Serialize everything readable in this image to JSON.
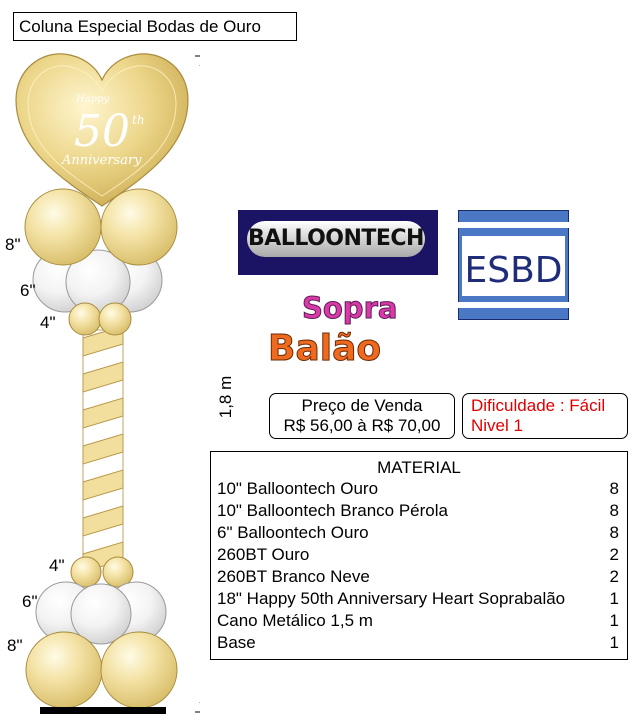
{
  "title": "Coluna Especial Bodas de Ouro",
  "column": {
    "sizes": {
      "top_8": "8\"",
      "top_6": "6\"",
      "top_4": "4\"",
      "bottom_4": "4\"",
      "bottom_6": "6\"",
      "bottom_8": "8\""
    },
    "height_label": "1,8 m",
    "heart_balloon": {
      "line1": "Happy",
      "line2": "50",
      "line2_sup": "th",
      "line3": "Anniversary"
    },
    "colors": {
      "gold": "#f2df9d",
      "gold_dark": "#c9a84a",
      "white": "#f4f4f4",
      "base": "#000000"
    }
  },
  "logos": {
    "balloontech": "BALLOONTECH",
    "esbd": "ESBD",
    "sopra": "Sopra",
    "balao": "Balão"
  },
  "price": {
    "label": "Preço de Venda",
    "value": "R$ 56,00 à R$ 70,00"
  },
  "difficulty": {
    "label": "Dificuldade : Fácil",
    "level": "Nivel 1",
    "color": "#e00000"
  },
  "material": {
    "title": "MATERIAL",
    "items": [
      {
        "name": "10\" Balloontech Ouro",
        "qty": "8"
      },
      {
        "name": "10\" Balloontech Branco Pérola",
        "qty": "8"
      },
      {
        "name": "6\" Balloontech Ouro",
        "qty": "8"
      },
      {
        "name": "260BT Ouro",
        "qty": "2"
      },
      {
        "name": "260BT Branco Neve",
        "qty": "2"
      },
      {
        "name": "18\" Happy 50th Anniversary Heart Soprabalão",
        "qty": "1"
      },
      {
        "name": "Cano Metálico 1,5 m",
        "qty": "1"
      },
      {
        "name": "Base",
        "qty": "1"
      }
    ]
  }
}
